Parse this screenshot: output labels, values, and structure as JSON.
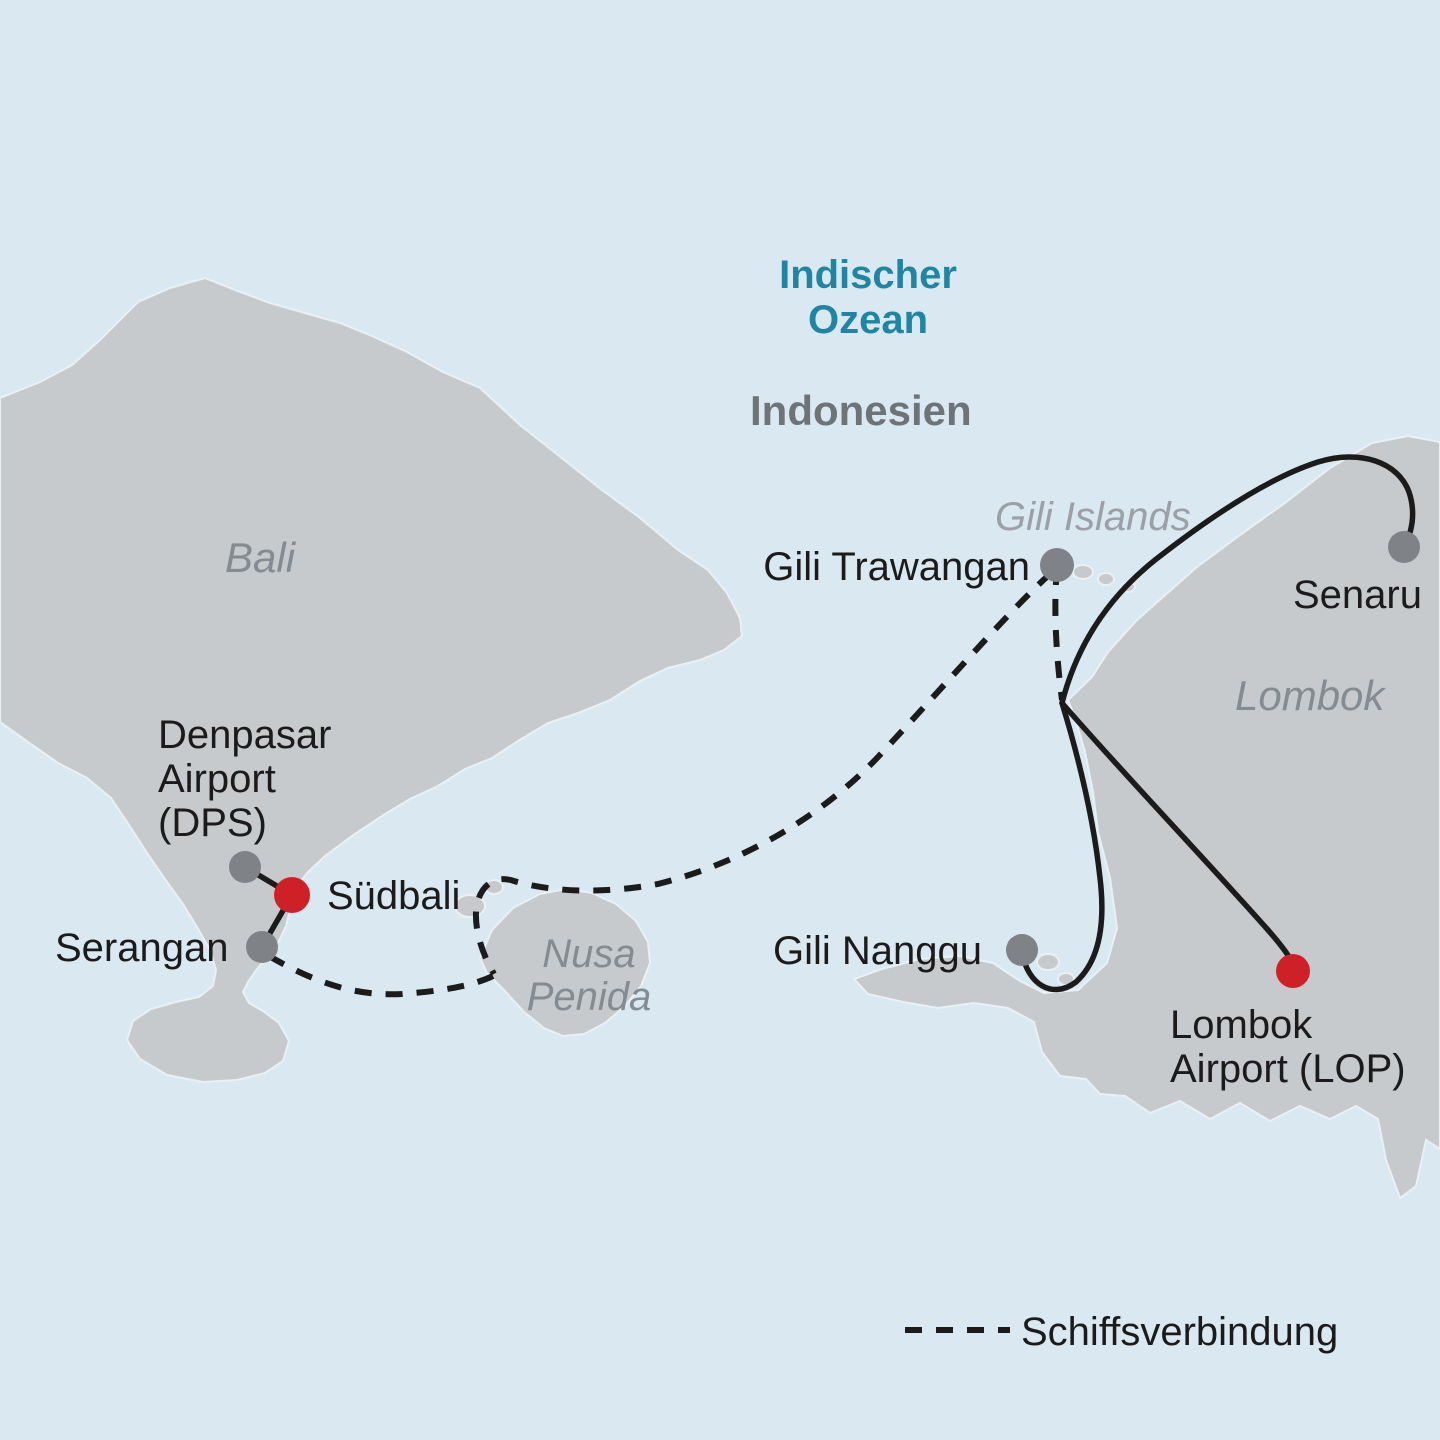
{
  "map": {
    "ocean_label": {
      "line1": "Indischer",
      "line2": "Ozean"
    },
    "country_label": "Indonesien",
    "island_labels": {
      "bali": "Bali",
      "lombok": "Lombok",
      "gili_islands": "Gili Islands",
      "nusa_penida": {
        "line1": "Nusa",
        "line2": "Penida"
      }
    },
    "locations": {
      "denpasar_airport": {
        "line1": "Denpasar",
        "line2": "Airport",
        "line3": "(DPS)",
        "marker": "gray"
      },
      "suedbali": {
        "label": "Südbali",
        "marker": "red"
      },
      "serangan": {
        "label": "Serangan",
        "marker": "gray"
      },
      "gili_trawangan": {
        "label": "Gili Trawangan",
        "marker": "gray"
      },
      "senaru": {
        "label": "Senaru",
        "marker": "gray"
      },
      "gili_nanggu": {
        "label": "Gili Nanggu",
        "marker": "gray"
      },
      "lombok_airport": {
        "line1": "Lombok",
        "line2": "Airport (LOP)",
        "marker": "red"
      }
    },
    "legend": {
      "dashed_line_label": "Schiffsverbindung"
    },
    "colors": {
      "ocean": "#d9e8f1",
      "land": "#c7cacc",
      "marker_gray": "#7f8387",
      "marker_red": "#ce2127",
      "route_line": "#1b1b1b",
      "ocean_label_text": "#1f85a3",
      "country_label_text": "#6d7377",
      "island_label_text": "#848b91",
      "island_label_text_light": "#9aa0a6"
    }
  }
}
